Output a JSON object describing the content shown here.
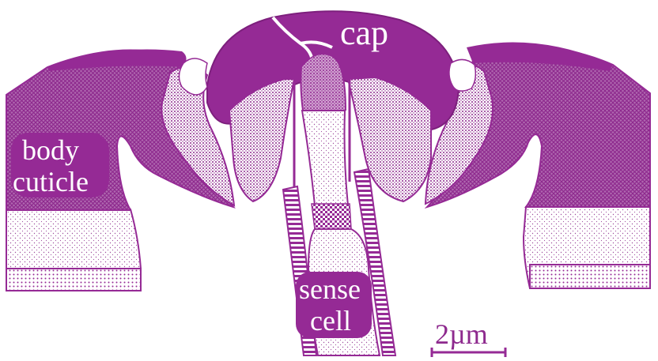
{
  "labels": {
    "cap": "cap",
    "body_cuticle_line1": "body",
    "body_cuticle_line2": "cuticle",
    "sense_cell_line1": "sense",
    "sense_cell_line2": "cell",
    "scale_bar": "2µm"
  },
  "colors": {
    "purple": "#952a95",
    "purple_dark": "#7d1f7d",
    "stipple_light": "#e9d3e9",
    "white": "#ffffff"
  }
}
